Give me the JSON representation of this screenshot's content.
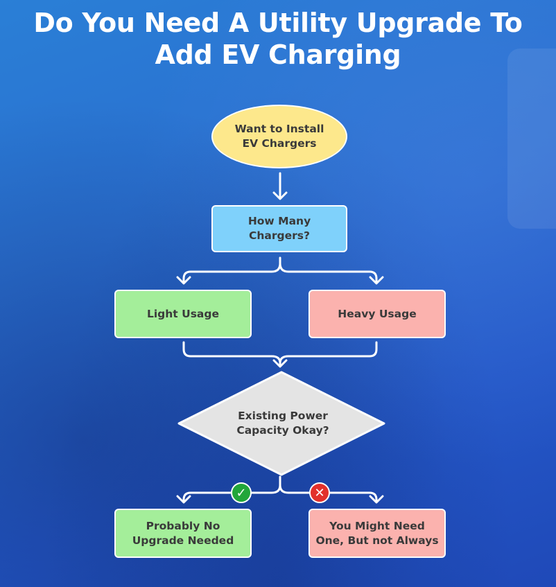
{
  "title": {
    "line1": "Do You Need A Utility Upgrade To",
    "line2": "Add EV Charging"
  },
  "nodes": {
    "start": {
      "line1": "Want to Install",
      "line2": "EV Chargers"
    },
    "how_many": {
      "line1": "How Many",
      "line2": "Chargers?"
    },
    "light": "Light Usage",
    "heavy": "Heavy Usage",
    "decision": {
      "line1": "Existing Power",
      "line2": "Capacity Okay?"
    },
    "result_no_upgrade": {
      "line1": "Probably No",
      "line2": "Upgrade Needed"
    },
    "result_might_need": {
      "line1": "You Might Need",
      "line2": "One, But not Always"
    }
  },
  "badges": {
    "yes": "✓",
    "no": "✕"
  },
  "colors": {
    "background": "#2a6fd0",
    "start_fill": "#fde88c",
    "question_fill": "#7fd1fb",
    "green_fill": "#a4ee9a",
    "red_fill": "#fbb2ae",
    "diamond_fill": "#e4e4e4",
    "yes_badge": "#22a63a",
    "no_badge": "#e2302b"
  }
}
